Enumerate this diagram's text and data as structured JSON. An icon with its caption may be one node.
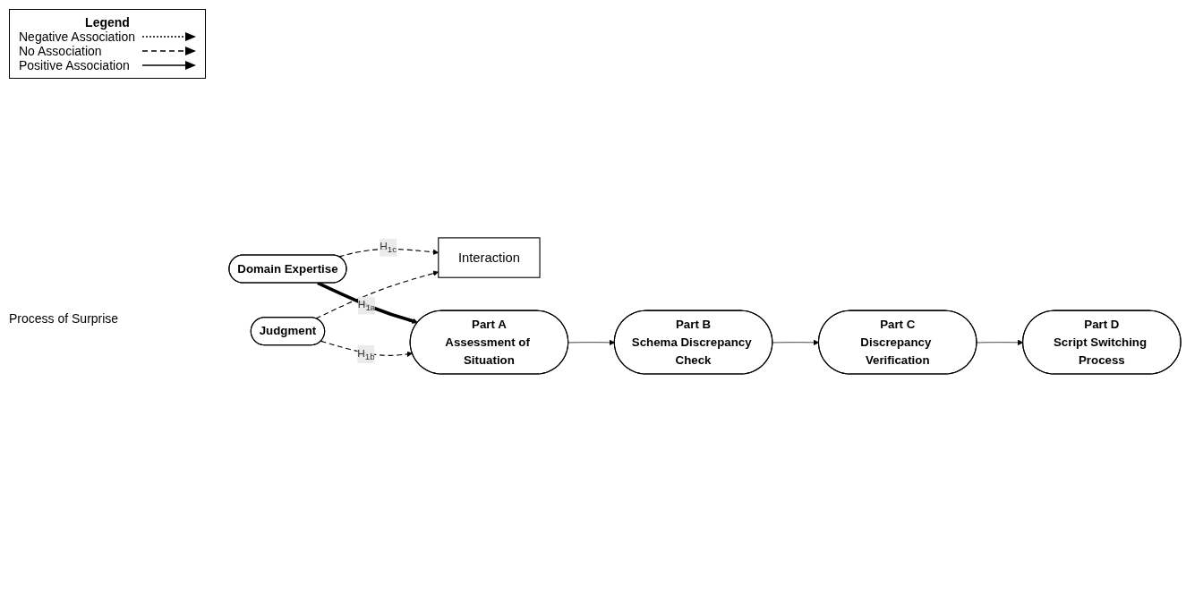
{
  "diagram": {
    "nodes": [
      {
        "text": [
          "Interaction"
        ]
      },
      {
        "text": [
          "Domain Expertise"
        ]
      },
      {
        "text": [
          "Judgment"
        ]
      },
      {
        "text": [
          "Part A",
          "Assessment of Situation"
        ]
      },
      {
        "text": [
          "Part B",
          "Schema Discrepancy Check"
        ]
      },
      {
        "text": [
          "Part C",
          "Discrepancy Verification"
        ]
      },
      {
        "text": [
          "Part D",
          "Script Switching Process"
        ]
      }
    ],
    "edges": [
      {
        "from": 1,
        "to": 0,
        "arrow": "to",
        "style": "dashed",
        "label": "H$_{1c}$"
      },
      {
        "from": 2,
        "to": 0,
        "arrow": "to",
        "style": "dashed"
      },
      {
        "from": 1,
        "to": 3,
        "arrow": "to",
        "style": "thick",
        "label": "H$_{1a}$"
      },
      {
        "from": 2,
        "to": 3,
        "arrow": "to",
        "style": "dashed",
        "label": "H$_{1b}$"
      },
      {
        "from": 3,
        "to": 4,
        "arrow": "to"
      },
      {
        "from": 4,
        "to": 5,
        "arrow": "to"
      },
      {
        "from": 5,
        "to": 6,
        "arrow": "to"
      }
    ],
    "labels": [
      "Legend",
      "Process of Surprise"
    ],
    "legend": [
      {
        "text": "Negative Association"
      },
      {
        "text": "No Association"
      },
      {
        "text": "Positive Association"
      }
    ]
  }
}
